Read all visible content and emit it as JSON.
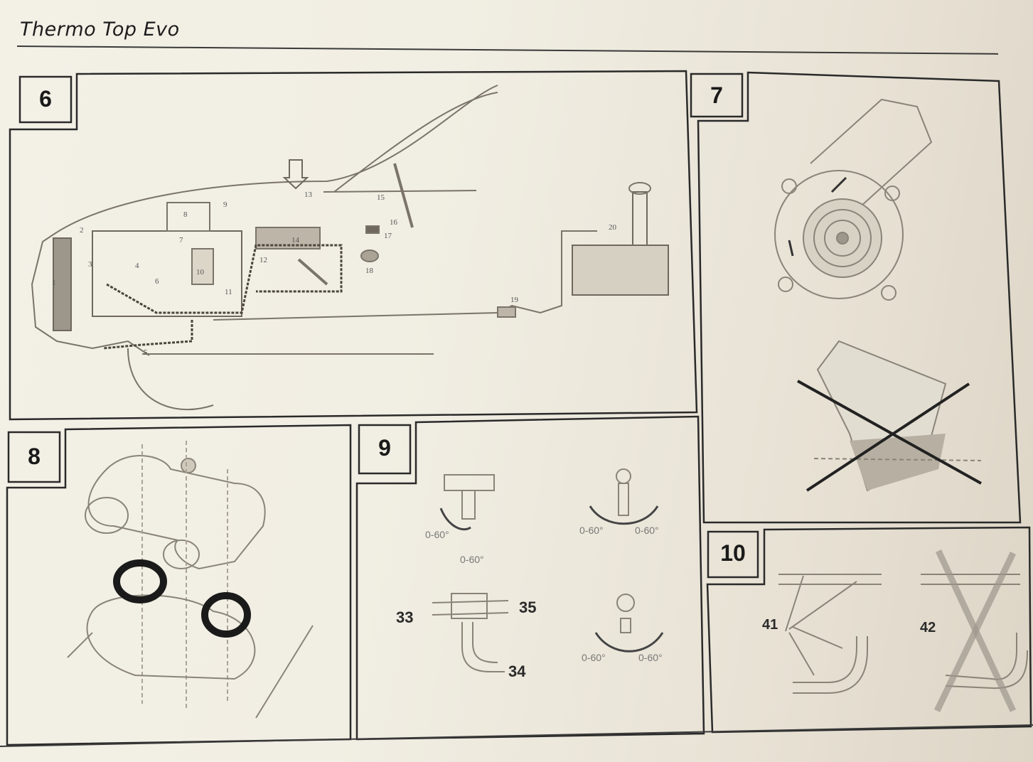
{
  "header": {
    "title": "Thermo Top Evo"
  },
  "panels": [
    {
      "number": "6",
      "callouts": [
        "1",
        "2",
        "3",
        "4",
        "5",
        "6",
        "7",
        "8",
        "9",
        "10",
        "11",
        "12",
        "13",
        "14",
        "15",
        "16",
        "17",
        "18",
        "19",
        "20"
      ]
    },
    {
      "number": "7"
    },
    {
      "number": "8"
    },
    {
      "number": "9",
      "labels": {
        "inlet": "33",
        "return": "34",
        "outlet": "35"
      },
      "angles": [
        "0-60°",
        "0-60°",
        "0-60°",
        "0-60°",
        "0-60°",
        "0-60°"
      ]
    },
    {
      "number": "10",
      "labels": {
        "correct": "41",
        "incorrect": "42"
      }
    }
  ],
  "colors": {
    "paper": "#f1eee3",
    "ink": "#2a2a2a",
    "light_ink": "#8a8478"
  }
}
